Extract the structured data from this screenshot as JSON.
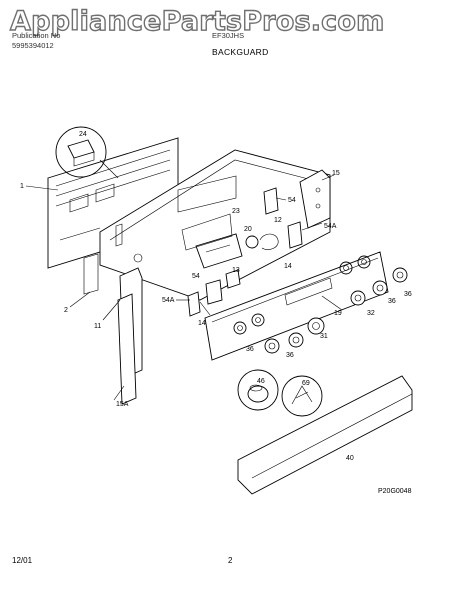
{
  "watermark": "AppliancePartsPros.com",
  "header": {
    "publication_label": "Publication No",
    "publication_value": "5995394012",
    "model_label": "EF30JHS",
    "section_title": "BACKGUARD"
  },
  "parts": {
    "p1": "1",
    "p2": "2",
    "p11": "11",
    "p12": "12",
    "p13": "13",
    "p14a": "14",
    "p14b": "14",
    "p15": "15",
    "p15a": "15A",
    "p19": "19",
    "p20": "20",
    "p23": "23",
    "p24": "24",
    "p31": "31",
    "p32": "32",
    "p36a": "36",
    "p36b": "36",
    "p36c": "36",
    "p36d": "36",
    "p40": "40",
    "p46": "46",
    "p54a": "54",
    "p54b": "54",
    "p54A1": "54A",
    "p54A2": "54A",
    "p69": "69"
  },
  "diagram_code": "P20G0048",
  "footer": {
    "date": "12/01",
    "page": "2"
  }
}
